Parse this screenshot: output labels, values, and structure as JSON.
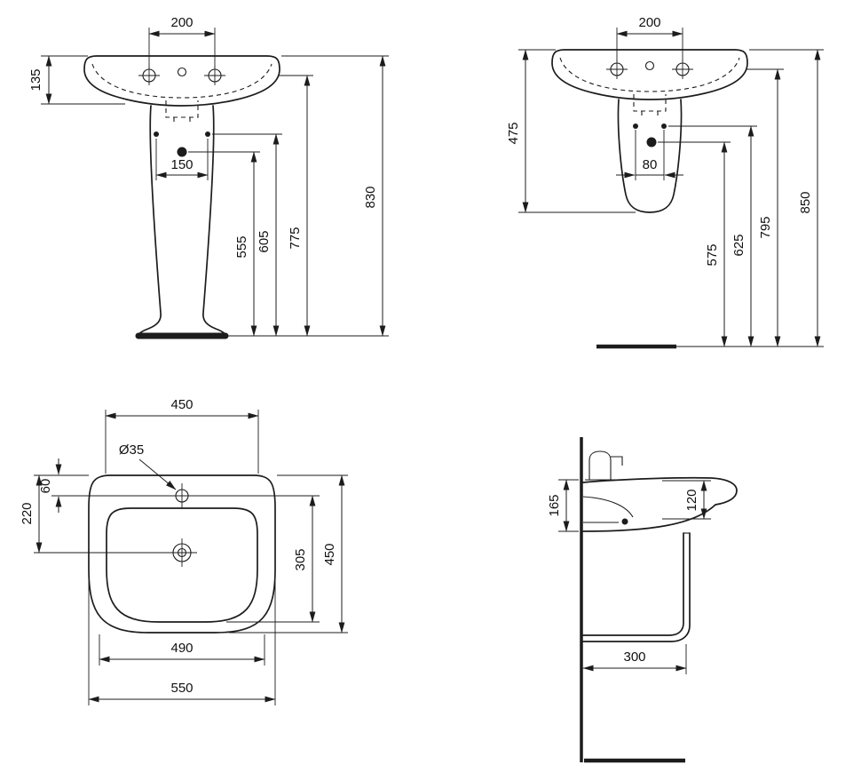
{
  "colors": {
    "line": "#1c1c1c",
    "background": "#ffffff"
  },
  "front_pedestal": {
    "tap_centres": "200",
    "rim_height": "135",
    "fixing_centres": "150",
    "h_fixing": "555",
    "h_bolt_holes": "605",
    "h_rim_underside": "775",
    "h_overall": "830"
  },
  "front_semipedestal": {
    "tap_centres": "200",
    "basin_semiped_height": "475",
    "fixing_centres": "80",
    "h_fixing": "575",
    "h_bolt_holes": "625",
    "h_rim_underside": "795",
    "h_overall": "850"
  },
  "plan": {
    "top_width": "450",
    "tap_hole_dia": "Ø35",
    "tap_hole_offset": "60",
    "drain_offset": "220",
    "bowl_length": "305",
    "overall_depth": "450",
    "lower_width": "490",
    "overall_width": "550"
  },
  "side": {
    "apron_height": "165",
    "inner_depth": "120",
    "projection": "300"
  }
}
